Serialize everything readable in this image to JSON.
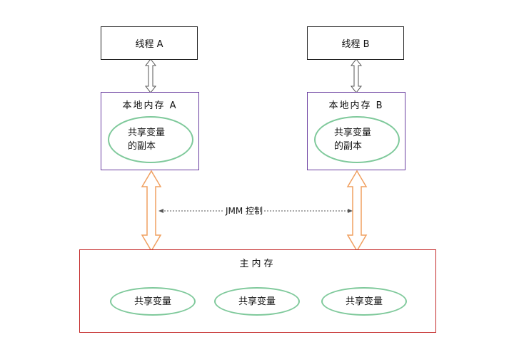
{
  "threads": {
    "a": "线程 A",
    "b": "线程 B"
  },
  "local_memory": {
    "a": {
      "title": "本地内存 A",
      "copy_line1": "共享变量",
      "copy_line2": "的副本"
    },
    "b": {
      "title": "本地内存 B",
      "copy_line1": "共享变量",
      "copy_line2": "的副本"
    }
  },
  "jmm_label": "JMM 控制",
  "main_memory": {
    "title": "主内存",
    "vars": [
      "共享变量",
      "共享变量",
      "共享变量"
    ]
  },
  "colors": {
    "thread_border": "#222222",
    "local_border": "#6a3ea0",
    "main_border": "#c42a2a",
    "ellipse_border": "#7fc99b",
    "orange_arrow": "#f0a060",
    "gray_arrow": "#555555"
  }
}
